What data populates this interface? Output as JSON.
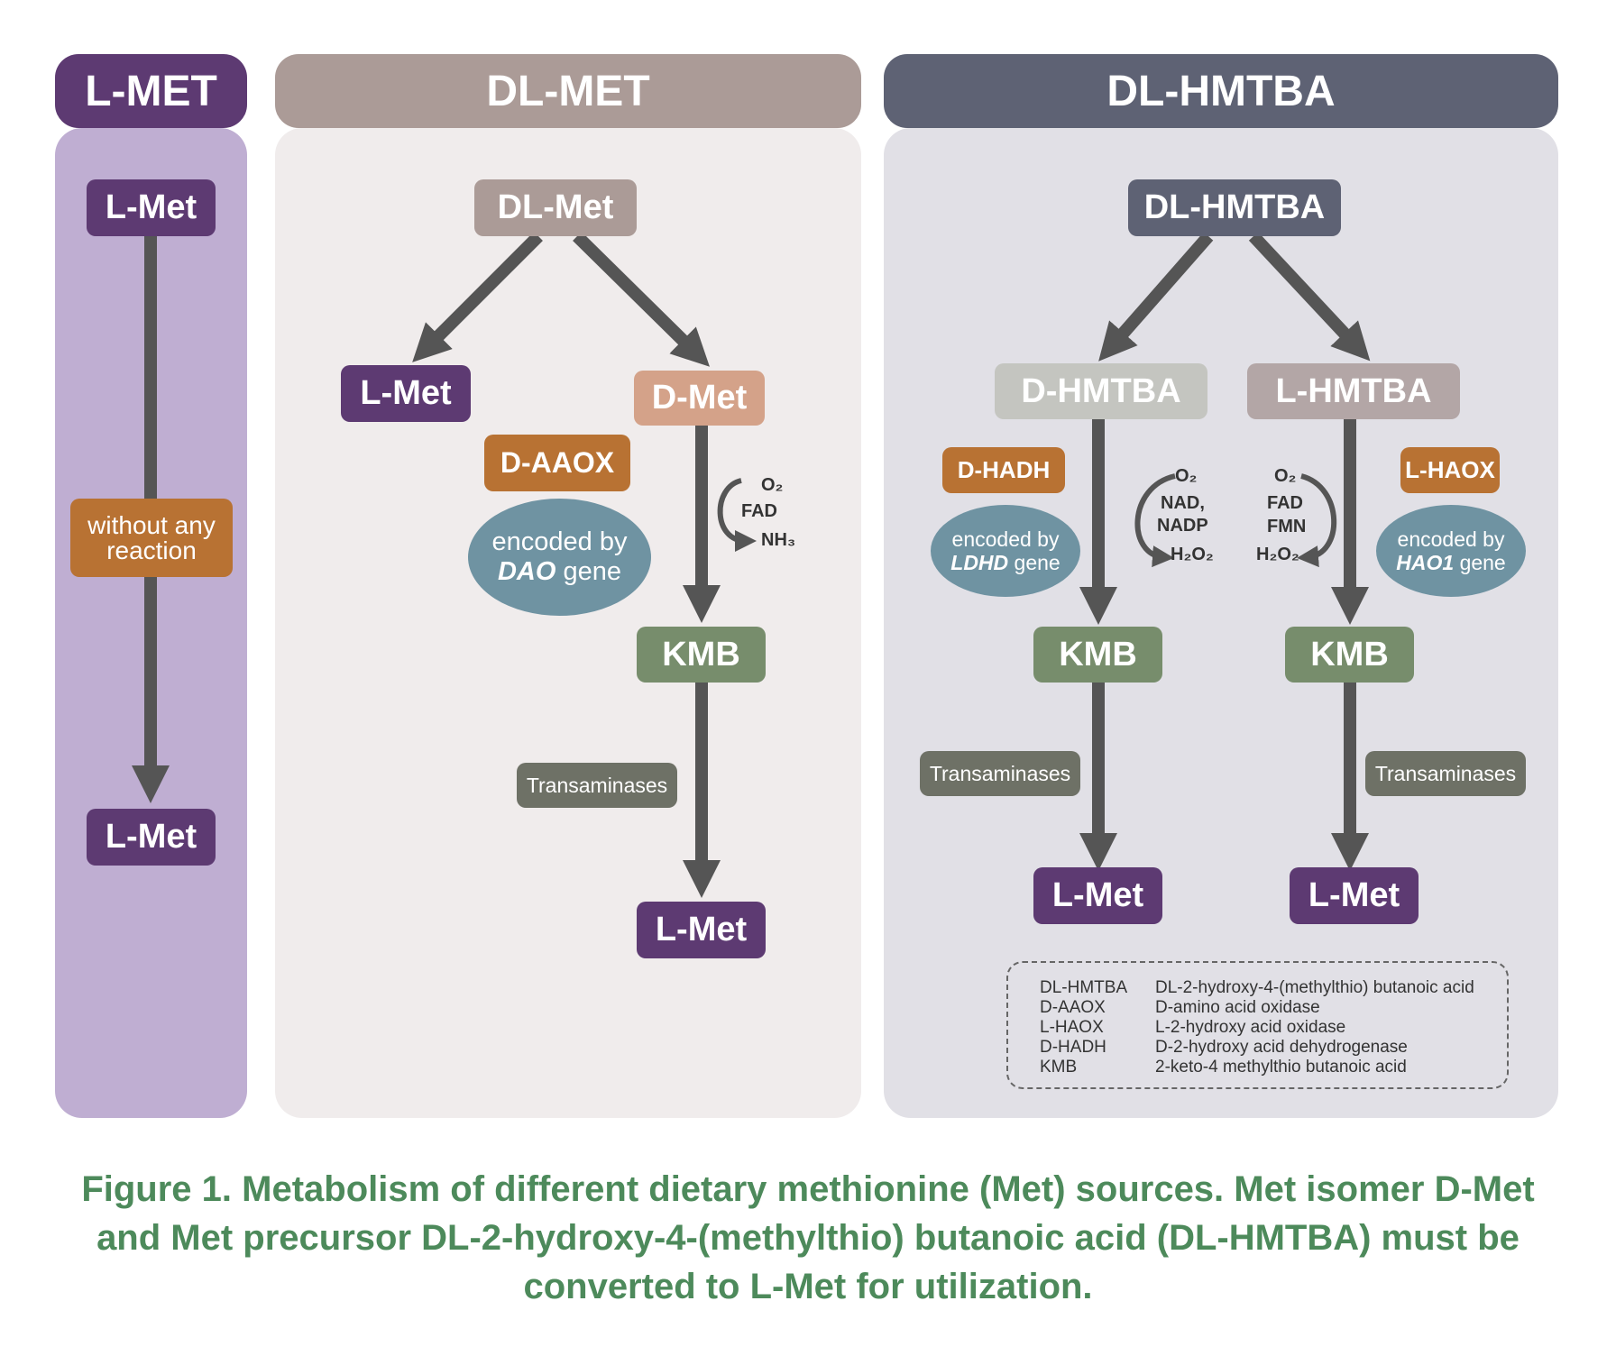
{
  "columns": {
    "lmet": {
      "header": "L-MET",
      "top_node": "L-Met",
      "reaction_label": "without any reaction",
      "bottom_node": "L-Met"
    },
    "dlmet": {
      "header": "DL-MET",
      "top_node": "DL-Met",
      "left_node": "L-Met",
      "right_node": "D-Met",
      "enzyme": "D-AAOX",
      "gene_line1": "encoded by",
      "gene_name": "DAO",
      "gene_suffix": "gene",
      "cofactor_o2": "O₂",
      "cofactor_fad": "FAD",
      "cofactor_nh3": "NH₃",
      "kmb": "KMB",
      "transaminases": "Transaminases",
      "final_node": "L-Met"
    },
    "dlhmtba": {
      "header": "DL-HMTBA",
      "top_node": "DL-HMTBA",
      "left_branch": {
        "node": "D-HMTBA",
        "enzyme": "D-HADH",
        "gene_line1": "encoded by",
        "gene_name": "LDHD",
        "gene_suffix": "gene",
        "cofactor_o2": "O₂",
        "cofactor_nad": "NAD,",
        "cofactor_nadp": "NADP",
        "cofactor_h2o2": "H₂O₂",
        "kmb": "KMB",
        "transaminases": "Transaminases",
        "final_node": "L-Met"
      },
      "right_branch": {
        "node": "L-HMTBA",
        "enzyme": "L-HAOX",
        "gene_line1": "encoded by",
        "gene_name": "HAO1",
        "gene_suffix": "gene",
        "cofactor_o2": "O₂",
        "cofactor_fad": "FAD",
        "cofactor_fmn": "FMN",
        "cofactor_h2o2": "H₂O₂",
        "kmb": "KMB",
        "transaminases": "Transaminases",
        "final_node": "L-Met"
      },
      "legend": [
        {
          "abbr": "DL-HMTBA",
          "full": "DL-2-hydroxy-4-(methylthio) butanoic acid"
        },
        {
          "abbr": "D-AAOX",
          "full": "D-amino acid oxidase"
        },
        {
          "abbr": "L-HAOX",
          "full": "L-2-hydroxy acid oxidase"
        },
        {
          "abbr": "D-HADH",
          "full": "D-2-hydroxy acid dehydrogenase"
        },
        {
          "abbr": "KMB",
          "full": "2-keto-4 methylthio butanoic acid"
        }
      ]
    }
  },
  "caption": {
    "line1": "Figure 1. Metabolism of different dietary methionine (Met) sources. Met isomer D-Met",
    "line2": "and Met precursor DL-2-hydroxy-4-(methylthio) butanoic acid (DL-HMTBA) must be",
    "line3": "converted to L-Met for utilization."
  },
  "colors": {
    "lmet_header": "#5d3a72",
    "lmet_panel": "#bfaed2",
    "dlmet_header": "#ab9b97",
    "dlmet_panel": "#f0ecec",
    "dlhmtba_header": "#5e6274",
    "dlhmtba_panel": "#e1e0e6",
    "arrow": "#555555",
    "caption": "#4d8a5b"
  }
}
